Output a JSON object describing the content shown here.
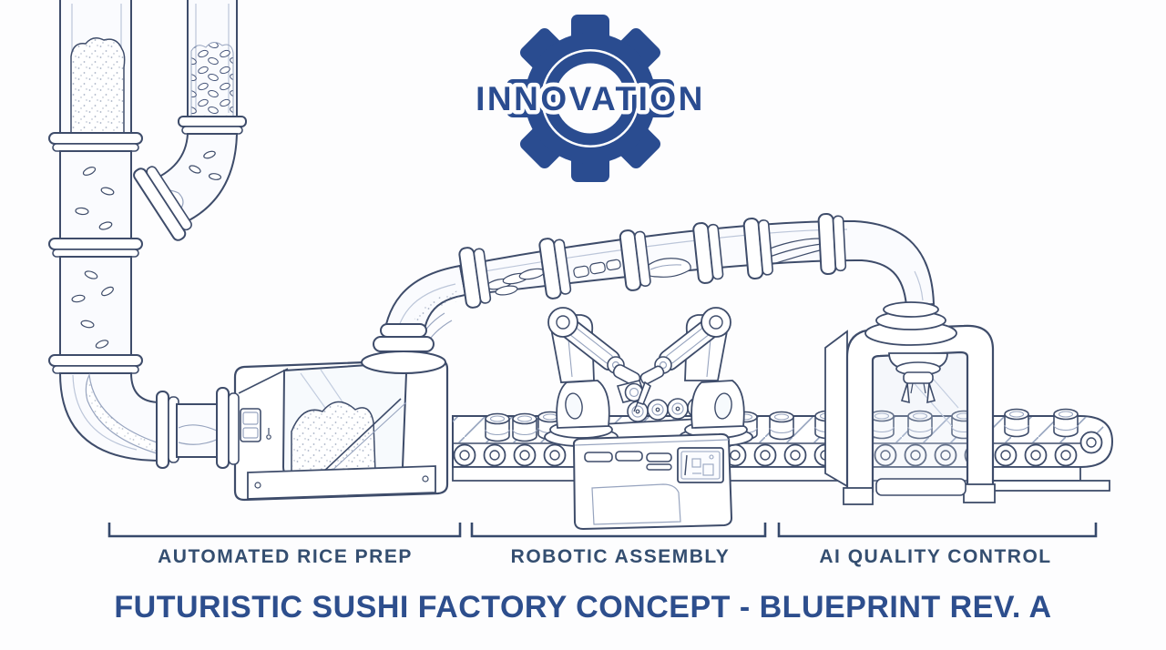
{
  "logo": {
    "text": "INNOVATION"
  },
  "sections": [
    {
      "label": "AUTOMATED RICE PREP"
    },
    {
      "label": "ROBOTIC ASSEMBLY"
    },
    {
      "label": "AI QUALITY CONTROL"
    }
  ],
  "title": "FUTURISTIC SUSHI FACTORY CONCEPT - BLUEPRINT REV. A",
  "colors": {
    "background": "#fdfdfe",
    "line_ink": "#3e4c6a",
    "line_light": "#97a4bf",
    "logo_blue": "#2a4c90",
    "title_blue": "#2d4e8d",
    "label_navy": "#344e70"
  }
}
